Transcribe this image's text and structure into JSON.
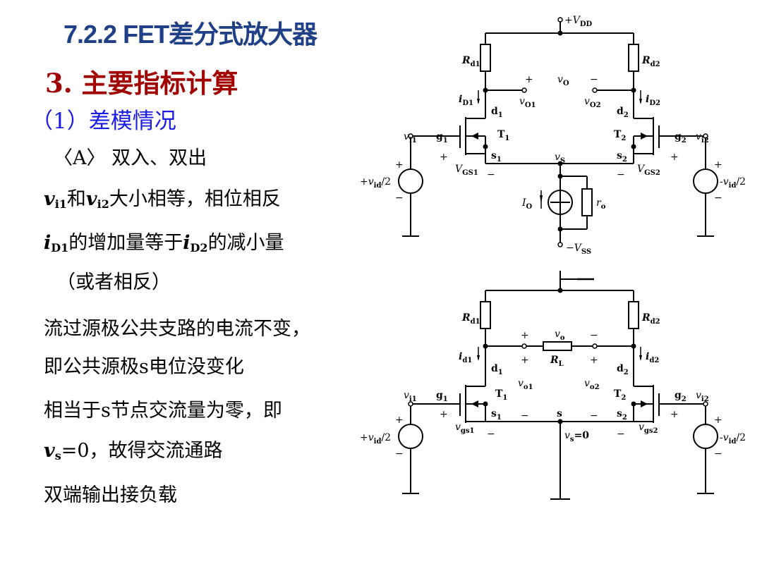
{
  "title": "7.2.2 FET差分式放大器",
  "section": "3.  主要指标计算",
  "subsection": "（1）差模情况",
  "lines": {
    "l1": "〈A〉 双入、双出",
    "l2_a": "v",
    "l2_b": "i1",
    "l2_c": "和",
    "l2_d": "v",
    "l2_e": "i2",
    "l2_f": "大小相等，相位相反",
    "l3_a": "i",
    "l3_b": "D1",
    "l3_c": "的增加量等于",
    "l3_d": "i",
    "l3_e": "D2",
    "l3_f": "的减小量",
    "l4": "（或者相反）",
    "l5": "流过源极公共支路的电流不变，",
    "l6": "即公共源极s电位没变化",
    "l7": "相当于s节点交流量为零，即",
    "l8_a": "v",
    "l8_b": "s",
    "l8_c": "=0，故得交流通路",
    "l9": "双端输出接负载"
  },
  "top_circuit": {
    "vdd": "+V",
    "vdd_sub": "DD",
    "rd1": "R",
    "rd1_sub": "d1",
    "rd2": "R",
    "rd2_sub": "d2",
    "vo": "v",
    "vo_sub": "O",
    "vo1": "v",
    "vo1_sub": "O1",
    "vo2": "v",
    "vo2_sub": "O2",
    "id1": "i",
    "id1_sub": "D1",
    "id2": "i",
    "id2_sub": "D2",
    "d1": "d",
    "d1_sub": "1",
    "d2": "d",
    "d2_sub": "2",
    "g1": "g",
    "g1_sub": "1",
    "g2": "g",
    "g2_sub": "2",
    "t1": "T",
    "t1_sub": "1",
    "t2": "T",
    "t2_sub": "2",
    "s1": "s",
    "s1_sub": "1",
    "s2": "s",
    "s2_sub": "2",
    "vs": "v",
    "vs_sub": "S",
    "vi1": "v",
    "vi1_sub": "i1",
    "vi2": "v",
    "vi2_sub": "i2",
    "vgs1": "V",
    "vgs1_sub": "GS1",
    "vgs2": "V",
    "vgs2_sub": "GS2",
    "src_left": "+v",
    "src_left_sub": "id",
    "src_left_tail": "/2",
    "src_right": "-v",
    "src_right_sub": "id",
    "src_right_tail": "/2",
    "io": "I",
    "io_sub": "O",
    "ro": "r",
    "ro_sub": "o",
    "vss": "−V",
    "vss_sub": "SS",
    "plus": "+",
    "minus": "−"
  },
  "bottom_circuit": {
    "rd1": "R",
    "rd1_sub": "d1",
    "rd2": "R",
    "rd2_sub": "d2",
    "vo": "v",
    "vo_sub": "o",
    "rl": "R",
    "rl_sub": "L",
    "id1": "i",
    "id1_sub": "d1",
    "id2": "i",
    "id2_sub": "d2",
    "d1": "d",
    "d1_sub": "1",
    "d2": "d",
    "d2_sub": "2",
    "vo1": "v",
    "vo1_sub": "o1",
    "vo2": "v",
    "vo2_sub": "o2",
    "g1": "g",
    "g1_sub": "1",
    "g2": "g",
    "g2_sub": "2",
    "t1": "T",
    "t1_sub": "1",
    "t2": "T",
    "t2_sub": "2",
    "s1": "s",
    "s1_sub": "1",
    "s2": "s",
    "s2_sub": "2",
    "s": "s",
    "vi1": "v",
    "vi1_sub": "i1",
    "vi2": "v",
    "vi2_sub": "i2",
    "vgs1": "v",
    "vgs1_sub": "gs1",
    "vgs2": "v",
    "vgs2_sub": "gs2",
    "vs0": "v",
    "vs0_sub": "s",
    "vs0_tail": "=0",
    "src_left": "+v",
    "src_left_sub": "id",
    "src_left_tail": "/2",
    "src_right": "-v",
    "src_right_sub": "id",
    "src_right_tail": "/2",
    "plus": "+",
    "minus": "−"
  }
}
